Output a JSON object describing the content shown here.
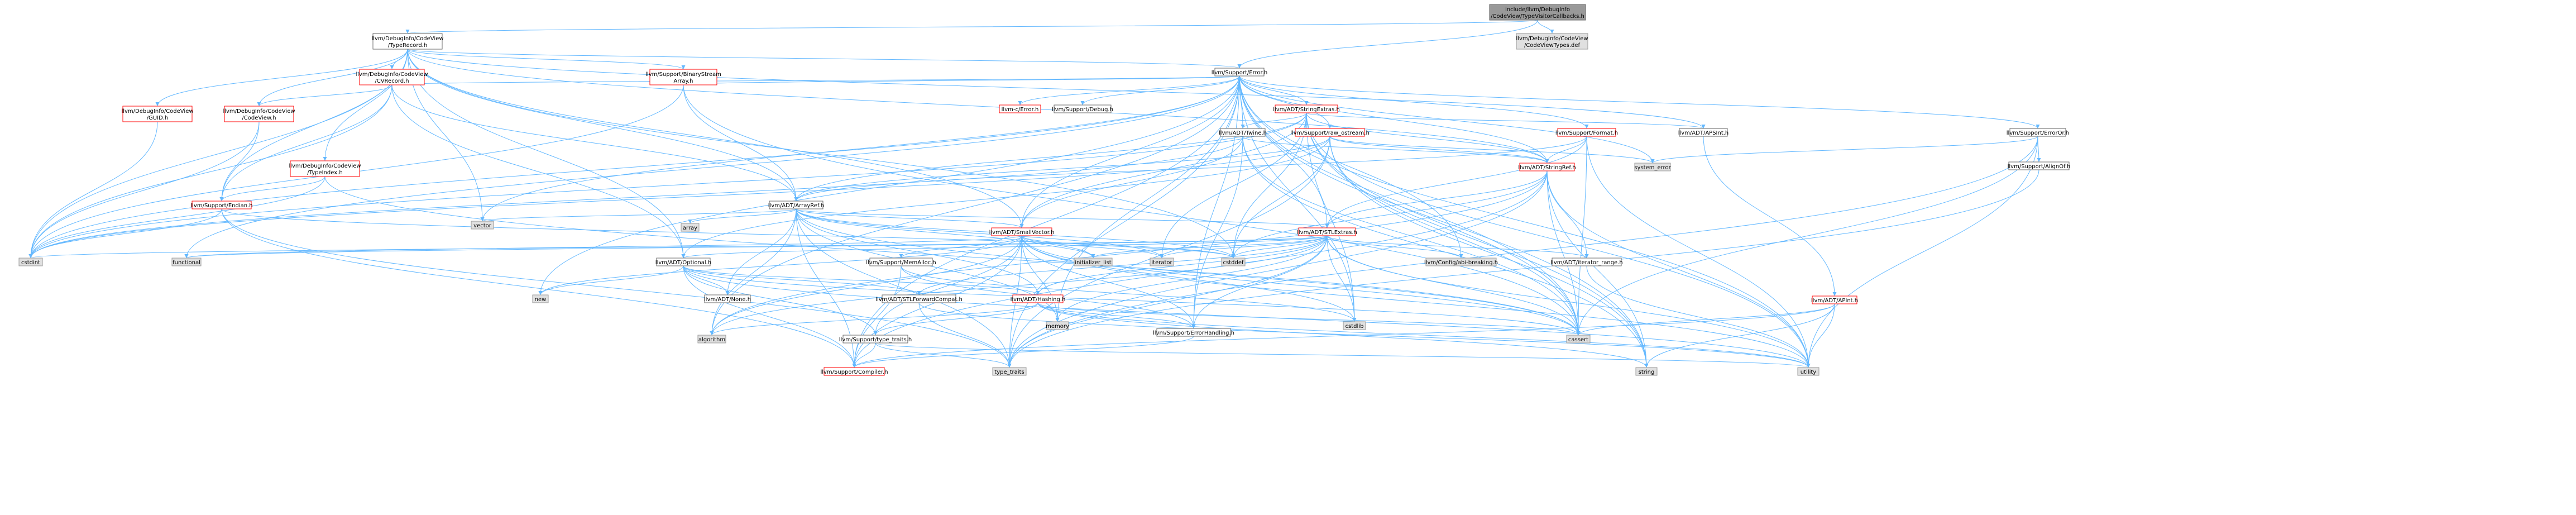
{
  "colors": {
    "edge": "#63b8ff",
    "root_fill": "#999999",
    "red_border": "#ff0000",
    "external_fill": "#e0e0e0",
    "plain_border": "#666666"
  },
  "nodes": [
    {
      "id": "root",
      "lines": [
        "include/llvm/DebugInfo",
        "/CodeView/TypeVisitorCallbacks.h"
      ],
      "style": "root"
    },
    {
      "id": "typesdef",
      "lines": [
        "llvm/DebugInfo/CodeView",
        "/CodeViewTypes.def"
      ],
      "style": "gray"
    },
    {
      "id": "typerecord",
      "lines": [
        "llvm/DebugInfo/CodeView",
        "/TypeRecord.h"
      ],
      "style": "black"
    },
    {
      "id": "error",
      "lines": [
        "llvm/Support/Error.h"
      ],
      "style": "black"
    },
    {
      "id": "cvrecord",
      "lines": [
        "llvm/DebugInfo/CodeView",
        "/CVRecord.h"
      ],
      "style": "red"
    },
    {
      "id": "bsarray",
      "lines": [
        "llvm/Support/BinaryStream",
        "Array.h"
      ],
      "style": "red"
    },
    {
      "id": "guid",
      "lines": [
        "llvm/DebugInfo/CodeView",
        "/GUID.h"
      ],
      "style": "red"
    },
    {
      "id": "codeview",
      "lines": [
        "llvm/DebugInfo/CodeView",
        "/CodeView.h"
      ],
      "style": "red"
    },
    {
      "id": "typeindex",
      "lines": [
        "llvm/DebugInfo/CodeView",
        "/TypeIndex.h"
      ],
      "style": "red"
    },
    {
      "id": "endian",
      "lines": [
        "llvm/Support/Endian.h"
      ],
      "style": "red"
    },
    {
      "id": "arrayref",
      "lines": [
        "llvm/ADT/ArrayRef.h"
      ],
      "style": "black"
    },
    {
      "id": "cerror",
      "lines": [
        "llvm-c/Error.h"
      ],
      "style": "red"
    },
    {
      "id": "debug",
      "lines": [
        "llvm/Support/Debug.h"
      ],
      "style": "black"
    },
    {
      "id": "stringextras",
      "lines": [
        "llvm/ADT/StringExtras.h"
      ],
      "style": "red"
    },
    {
      "id": "twine",
      "lines": [
        "llvm/ADT/Twine.h"
      ],
      "style": "black"
    },
    {
      "id": "rawostream",
      "lines": [
        "llvm/Support/raw_ostream.h"
      ],
      "style": "red"
    },
    {
      "id": "format",
      "lines": [
        "llvm/Support/Format.h"
      ],
      "style": "red"
    },
    {
      "id": "apsint",
      "lines": [
        "llvm/ADT/APSInt.h"
      ],
      "style": "black"
    },
    {
      "id": "erroror",
      "lines": [
        "llvm/Support/ErrorOr.h"
      ],
      "style": "black"
    },
    {
      "id": "stringref",
      "lines": [
        "llvm/ADT/StringRef.h"
      ],
      "style": "red"
    },
    {
      "id": "systemerror",
      "lines": [
        "system_error"
      ],
      "style": "gray"
    },
    {
      "id": "aligno",
      "lines": [
        "llvm/Support/AlignOf.h"
      ],
      "style": "black"
    },
    {
      "id": "smallvector",
      "lines": [
        "llvm/ADT/SmallVector.h"
      ],
      "style": "red"
    },
    {
      "id": "stlextras",
      "lines": [
        "llvm/ADT/STLExtras.h"
      ],
      "style": "red"
    },
    {
      "id": "vector",
      "lines": [
        "vector"
      ],
      "style": "gray"
    },
    {
      "id": "array",
      "lines": [
        "array"
      ],
      "style": "gray"
    },
    {
      "id": "optional",
      "lines": [
        "llvm/ADT/Optional.h"
      ],
      "style": "black"
    },
    {
      "id": "memalloc",
      "lines": [
        "llvm/Support/MemAlloc.h"
      ],
      "style": "black"
    },
    {
      "id": "iterrange",
      "lines": [
        "llvm/ADT/iterator_range.h"
      ],
      "style": "black"
    },
    {
      "id": "configabi",
      "lines": [
        "llvm/Config/abi-breaking.h"
      ],
      "style": "gray"
    },
    {
      "id": "apint",
      "lines": [
        "llvm/ADT/APInt.h"
      ],
      "style": "red"
    },
    {
      "id": "functional",
      "lines": [
        "functional"
      ],
      "style": "gray"
    },
    {
      "id": "cstdint",
      "lines": [
        "cstdint"
      ],
      "style": "gray"
    },
    {
      "id": "initlist",
      "lines": [
        "initializer_list"
      ],
      "style": "gray"
    },
    {
      "id": "iterator",
      "lines": [
        "iterator"
      ],
      "style": "gray"
    },
    {
      "id": "cstddef",
      "lines": [
        "cstddef"
      ],
      "style": "gray"
    },
    {
      "id": "new",
      "lines": [
        "new"
      ],
      "style": "gray"
    },
    {
      "id": "none",
      "lines": [
        "llvm/ADT/None.h"
      ],
      "style": "black"
    },
    {
      "id": "stlfwd",
      "lines": [
        "llvm/ADT/STLForwardCompat.h"
      ],
      "style": "black"
    },
    {
      "id": "hashing",
      "lines": [
        "llvm/ADT/Hashing.h"
      ],
      "style": "red"
    },
    {
      "id": "memory",
      "lines": [
        "memory"
      ],
      "style": "gray"
    },
    {
      "id": "cstdlib",
      "lines": [
        "cstdlib"
      ],
      "style": "gray"
    },
    {
      "id": "errhandling",
      "lines": [
        "llvm/Support/ErrorHandling.h"
      ],
      "style": "black"
    },
    {
      "id": "algorithm",
      "lines": [
        "algorithm"
      ],
      "style": "gray"
    },
    {
      "id": "typetraits",
      "lines": [
        "llvm/Support/type_traits.h"
      ],
      "style": "black"
    },
    {
      "id": "cassert",
      "lines": [
        "cassert"
      ],
      "style": "gray"
    },
    {
      "id": "compiler",
      "lines": [
        "llvm/Support/Compiler.h"
      ],
      "style": "red"
    },
    {
      "id": "typetraits2",
      "lines": [
        "type_traits"
      ],
      "style": "gray"
    },
    {
      "id": "string",
      "lines": [
        "string"
      ],
      "style": "gray"
    },
    {
      "id": "utility",
      "lines": [
        "utility"
      ],
      "style": "gray"
    }
  ]
}
